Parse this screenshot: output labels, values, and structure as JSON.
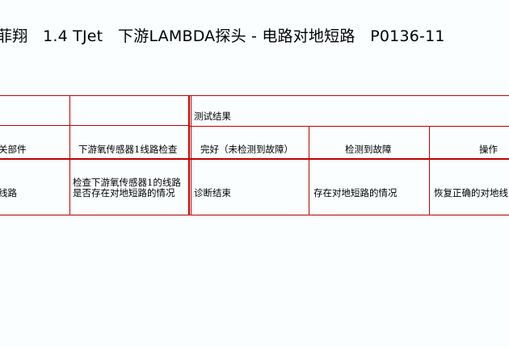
{
  "document": {
    "title": "菲翔   1.4 TJet   下游LAMBDA探头 - 电路对地短路   P0136-11"
  },
  "table": {
    "header_group": "测试结果",
    "columns": {
      "c0": "关部件",
      "c1": "下游氧传感器1线路检查",
      "c2": "完好（未检测到故障）",
      "c3": "检测到故障",
      "c4": "操作"
    },
    "row": {
      "c0": "线路",
      "c1": "检查下游氧传感器1的线路是否存在对地短路的情况",
      "c2": "诊断结束",
      "c3": "存在对地短路的情况",
      "c4": "恢复正确的对地线"
    }
  },
  "colors": {
    "rule": "#c00000",
    "background": "#fafeff"
  }
}
